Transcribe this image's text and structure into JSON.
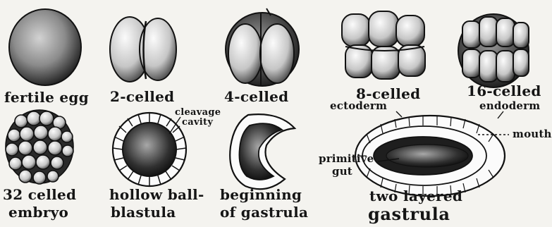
{
  "labels": {
    "fertile_egg": "fertile egg",
    "two_celled": "2-celled",
    "four_celled": "4-celled",
    "eight_celled": "8-celled",
    "sixteen_celled": "16-celled",
    "thirty_two_celled_line1": "32 celled",
    "thirty_two_celled_line2": "embryo",
    "hollow_ball_line1": "hollow ball-",
    "hollow_ball_line2": "blastula",
    "beginning_line1": "beginning",
    "beginning_line2": "of gastrula",
    "two_layered_line1": "two layered",
    "two_layered_line2": "gastrula",
    "cleavage_cavity_line1": "cleavage",
    "cleavage_cavity_line2": "cavity",
    "ectoderm": "ectoderm",
    "endoderm": "endoderm",
    "mouth": "mouth",
    "primitive_gut_line1": "primitive",
    "primitive_gut_line2": "gut"
  }
}
